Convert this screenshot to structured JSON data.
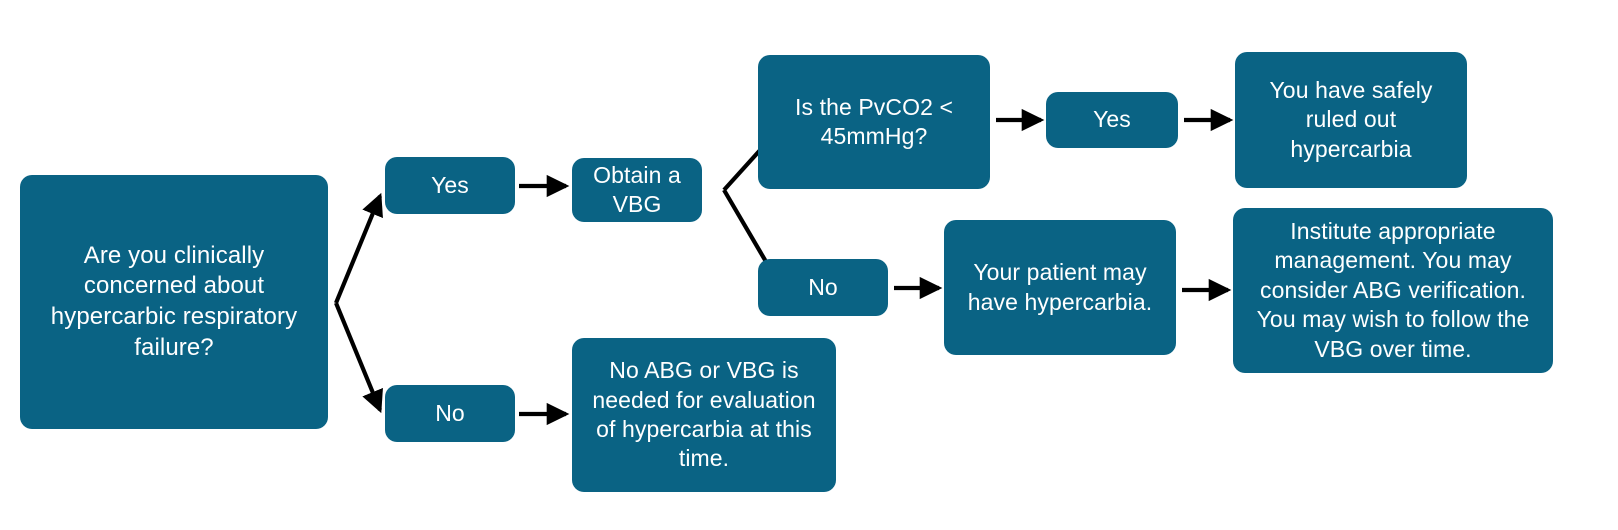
{
  "diagram": {
    "title": "Hypercarbic respiratory failure VBG/ABG decision flowchart",
    "accent_color": "#0a6384",
    "arrow_color": "#000000",
    "text_color": "#ffffff",
    "background_color": "#ffffff",
    "nodes": {
      "root": "Are you clinically concerned about hypercarbic respiratory failure?",
      "yes_top": "Yes",
      "no_bottom": "No",
      "obtain_vbg": "Obtain a VBG",
      "no_abg_needed": "No ABG or VBG is needed for evaluation of hypercarbia at this time.",
      "pvco2_question": "Is the PvCO2 < 45mmHg?",
      "no_mid": "No",
      "yes_right": "Yes",
      "patient_may_have": "Your patient may have hypercarbia.",
      "ruled_out": "You have safely ruled out hypercarbia",
      "institute": "Institute appropriate management. You may consider ABG verification. You may wish to follow the VBG over time."
    },
    "edges": [
      {
        "from": "root",
        "to": "yes_top",
        "label": ""
      },
      {
        "from": "root",
        "to": "no_bottom",
        "label": ""
      },
      {
        "from": "yes_top",
        "to": "obtain_vbg",
        "label": ""
      },
      {
        "from": "no_bottom",
        "to": "no_abg_needed",
        "label": ""
      },
      {
        "from": "obtain_vbg",
        "to": "pvco2_question",
        "label": ""
      },
      {
        "from": "obtain_vbg",
        "to": "no_mid",
        "label": ""
      },
      {
        "from": "pvco2_question",
        "to": "yes_right",
        "label": ""
      },
      {
        "from": "yes_right",
        "to": "ruled_out",
        "label": ""
      },
      {
        "from": "no_mid",
        "to": "patient_may_have",
        "label": ""
      },
      {
        "from": "patient_may_have",
        "to": "institute",
        "label": ""
      }
    ]
  }
}
